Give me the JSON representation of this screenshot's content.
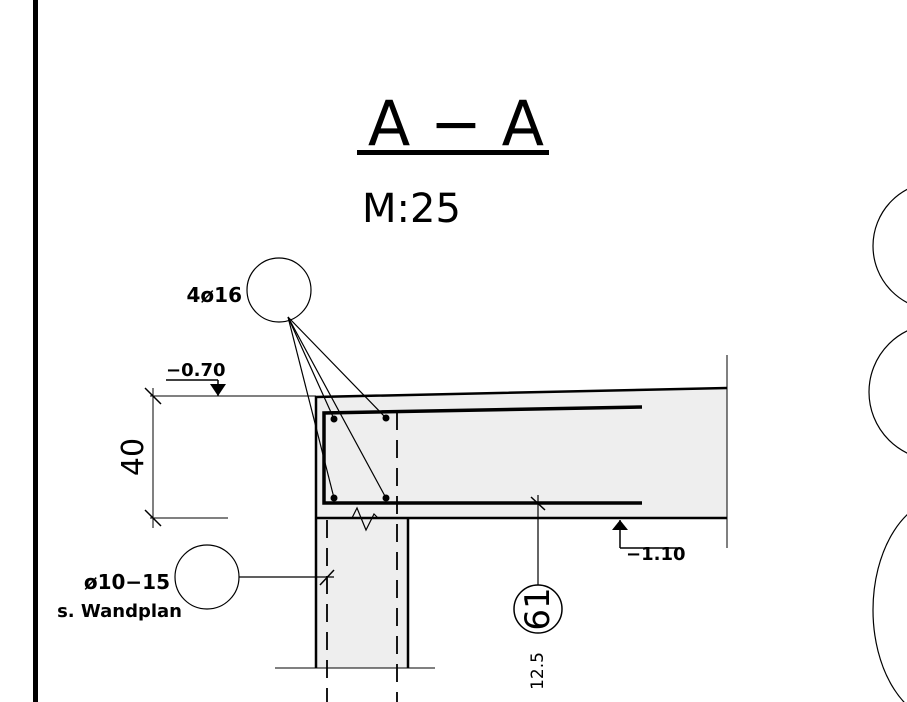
{
  "section": {
    "title": "A − A",
    "scale": "M:25"
  },
  "labels": {
    "rebar_callout": "4ø16",
    "level_top": "−0.70",
    "level_bottom": "−1.10",
    "dimension_depth": "40",
    "stirrup_line1": "ø10−15",
    "stirrup_line2": "s. Wandplan",
    "position_number": "61",
    "slab_thickness": "12.5"
  },
  "colors": {
    "line": "#000000",
    "concrete_fill": "#eeeeee",
    "background": "#ffffff"
  }
}
